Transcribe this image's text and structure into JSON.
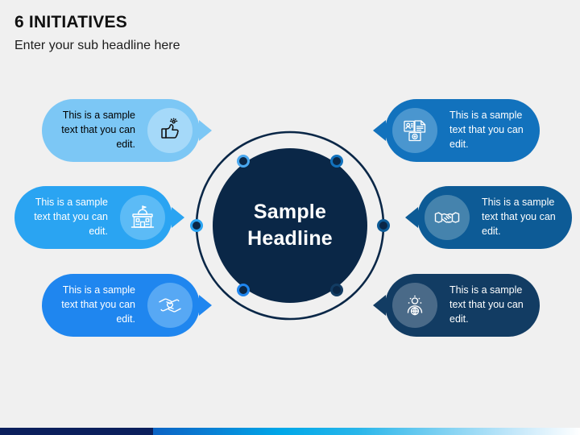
{
  "header": {
    "title": "6 INITIATIVES",
    "subtitle": "Enter your sub headline here"
  },
  "center": {
    "headline_line1": "Sample",
    "headline_line2": "Headline",
    "core_color": "#0a2747",
    "ring_color": "#0a2747"
  },
  "canvas": {
    "background": "#f0f0f0"
  },
  "bottom_bar": {
    "navy_color": "#0b1f5c",
    "navy_width": 190,
    "gradient_from": "#0b63c4",
    "gradient_mid": "#00a7e8",
    "gradient_to": "#ffffff"
  },
  "items": [
    {
      "id": "initiative-1",
      "position": "left-top",
      "text": "This is a sample text that you can edit.",
      "icon": "thumbs-up-icon",
      "bubble_color": "#7cc7f5",
      "icon_bg": "#a5d9f9",
      "text_color": "#0d1b2a",
      "icon_stroke": "#111111",
      "dot_ring": "#4aa8ef",
      "dot_core": "#0a2747"
    },
    {
      "id": "initiative-2",
      "position": "left-middle",
      "text": "This is a sample text that you can edit.",
      "icon": "government-building-icon",
      "bubble_color": "#2aa4f2",
      "icon_bg": "#5cbbf6",
      "text_color": "#ffffff",
      "icon_stroke": "#ffffff",
      "dot_ring": "#2aa4f2",
      "dot_core": "#0a2747"
    },
    {
      "id": "initiative-3",
      "position": "left-bottom",
      "text": "This is a sample text that you can edit.",
      "icon": "hands-heart-icon",
      "bubble_color": "#1f86ef",
      "icon_bg": "#57a8f4",
      "text_color": "#ffffff",
      "icon_stroke": "#ffffff",
      "dot_ring": "#1f86ef",
      "dot_core": "#0a2747"
    },
    {
      "id": "initiative-4",
      "position": "right-top",
      "text": "This is a sample text that you can edit.",
      "icon": "documents-resume-icon",
      "bubble_color": "#1272bd",
      "icon_bg": "#4a96cf",
      "text_color": "#ffffff",
      "icon_stroke": "#ffffff",
      "dot_ring": "#1272bd",
      "dot_core": "#0a2747"
    },
    {
      "id": "initiative-5",
      "position": "right-middle",
      "text": "This is a sample text that you can edit.",
      "icon": "handshake-icon",
      "bubble_color": "#0d5b96",
      "icon_bg": "#4583ad",
      "text_color": "#ffffff",
      "icon_stroke": "#ffffff",
      "dot_ring": "#0d5b96",
      "dot_core": "#0a2747"
    },
    {
      "id": "initiative-6",
      "position": "right-bottom",
      "text": "This is a sample text that you can edit.",
      "icon": "person-globe-icon",
      "bubble_color": "#123c63",
      "icon_bg": "#4a6a88",
      "text_color": "#ffffff",
      "icon_stroke": "#ffffff",
      "dot_ring": "#123c63",
      "dot_core": "#0a2747"
    }
  ]
}
